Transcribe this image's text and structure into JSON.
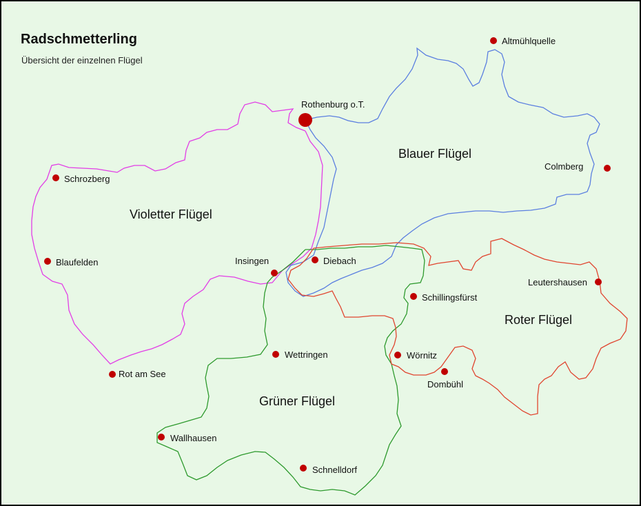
{
  "header": {
    "title": "Radschmetterling",
    "subtitle": "Übersicht der einzelnen Flügel"
  },
  "colors": {
    "background": "#e8f8e6",
    "violet_route": "#e23de6",
    "blue_route": "#5b7fe0",
    "green_route": "#2e9a2e",
    "red_route": "#e0452f",
    "town_marker": "#c00000"
  },
  "wings": {
    "violet": "Violetter Flügel",
    "blue": "Blauer Flügel",
    "green": "Grüner Flügel",
    "red": "Roter Flügel"
  },
  "towns": {
    "rothenburg": "Rothenburg o.T.",
    "altmuehlquelle": "Altmühlquelle",
    "colmberg": "Colmberg",
    "schrozberg": "Schrozberg",
    "blaufelden": "Blaufelden",
    "insingen": "Insingen",
    "diebach": "Diebach",
    "leutershausen": "Leutershausen",
    "schillingsfuerst": "Schillingsfürst",
    "woernitz": "Wörnitz",
    "dombuehl": "Dombühl",
    "wettringen": "Wettringen",
    "rot_am_see": "Rot am See",
    "wallhausen": "Wallhausen",
    "schnelldorf": "Schnelldorf"
  }
}
